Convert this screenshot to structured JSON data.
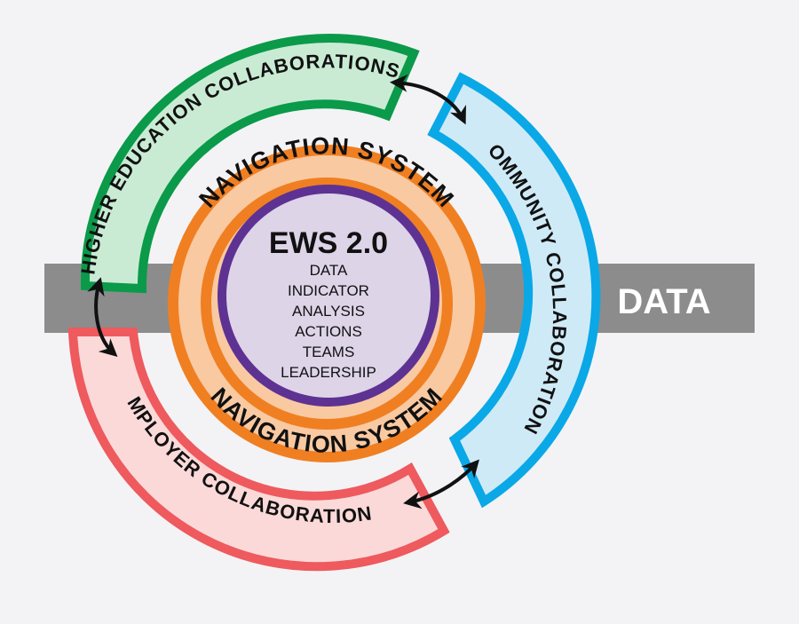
{
  "colors": {
    "background": "#f3f3f5",
    "data_band": "#8c8c8c",
    "higher_education_stroke": "#0a9a4a",
    "higher_education_fill": "#c9ebd4",
    "community_stroke": "#0aa8e6",
    "community_fill": "#cfeaf7",
    "employer_stroke": "#ee5a5d",
    "employer_fill": "#fbd9d9",
    "navigation": "#f07f22",
    "navigation_fill": "#f9c9a2",
    "core_stroke": "#5e3292",
    "core_fill": "#ddd4e8",
    "arrow": "#111111"
  },
  "band": {
    "label": "DATA"
  },
  "outer_ring": {
    "higher_education": "HIGHER EDUCATION COLLABORATIONS",
    "community": "COMMUNITY  COLLABORATIONS",
    "employer": "EMPLOYER COLLABORATIONS"
  },
  "navigation_ring": {
    "top_label": "NAVIGATION SYSTEM",
    "bottom_label": "NAVIGATION SYSTEM"
  },
  "core": {
    "title": "EWS 2.0",
    "items": [
      "DATA",
      "INDICATOR",
      "ANALYSIS",
      "ACTIONS",
      "TEAMS",
      "LEADERSHIP"
    ]
  }
}
